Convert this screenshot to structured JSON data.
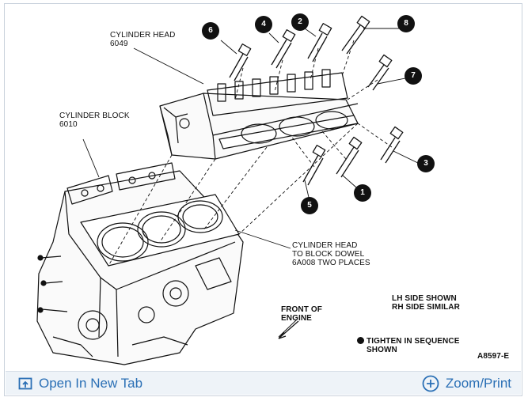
{
  "diagram": {
    "labels": {
      "cylinder_head": "CYLINDER HEAD",
      "cylinder_head_part": "6049",
      "cylinder_block": "CYLINDER BLOCK",
      "cylinder_block_part": "6010",
      "dowel_line1": "CYLINDER HEAD",
      "dowel_line2": "TO BLOCK DOWEL",
      "dowel_line3": "6A008 TWO PLACES",
      "lh_side_line1": "LH SIDE SHOWN",
      "lh_side_line2": "RH SIDE SIMILAR",
      "front_line1": "FRONT OF",
      "front_line2": "ENGINE",
      "tighten_line1": "TIGHTEN IN SEQUENCE",
      "tighten_line2": "SHOWN",
      "figure_code": "A8597-E"
    },
    "callouts": [
      "1",
      "2",
      "3",
      "4",
      "5",
      "6",
      "7",
      "8"
    ]
  },
  "footer": {
    "open_new_tab": "Open In New Tab",
    "zoom_print": "Zoom/Print",
    "accent_color": "#2a6fb5",
    "icons": [
      "open-in-new-tab-icon",
      "zoom-plus-icon"
    ]
  }
}
